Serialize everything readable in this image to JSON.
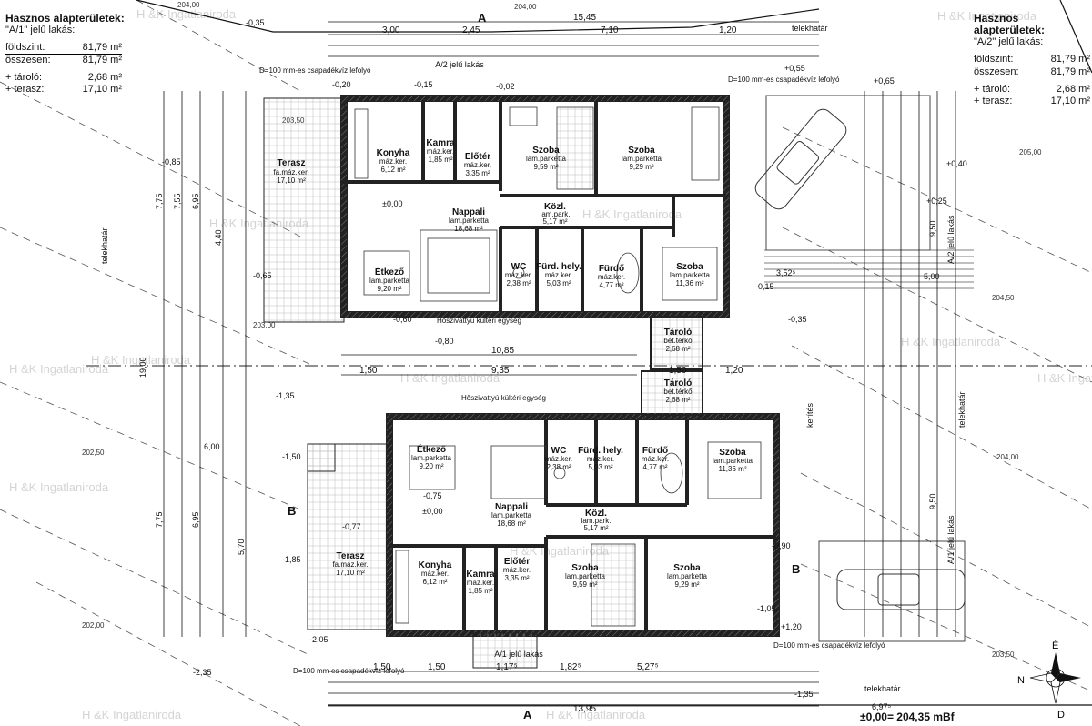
{
  "legend_left": {
    "title": "Hasznos alapterületek:",
    "subtitle": "\"A/1\" jelű lakás:",
    "rows": [
      {
        "label": "földszint:",
        "value": "81,79 m²"
      },
      {
        "label": "összesen:",
        "value": "81,79 m²"
      },
      {
        "label": "+ tároló:",
        "value": "2,68 m²"
      },
      {
        "label": "+ terasz:",
        "value": "17,10 m²"
      }
    ]
  },
  "legend_right": {
    "title": "Hasznos alapterületek:",
    "subtitle": "\"A/2\" jelű lakás:",
    "rows": [
      {
        "label": "földszint:",
        "value": "81,79 m²"
      },
      {
        "label": "összesen:",
        "value": "81,79 m²"
      },
      {
        "label": "+ tároló:",
        "value": "2,68 m²"
      },
      {
        "label": "+ terasz:",
        "value": "17,10 m²"
      }
    ]
  },
  "rooms_upper": [
    {
      "name": "Terasz",
      "finish": "fa.máz.ker.",
      "area": "17,10 m²"
    },
    {
      "name": "Konyha",
      "finish": "máz.ker.",
      "area": "6,12 m²"
    },
    {
      "name": "Kamra",
      "finish": "máz.ker.",
      "area": "1,85 m²"
    },
    {
      "name": "Előtér",
      "finish": "máz.ker.",
      "area": "3,35 m²"
    },
    {
      "name": "Szoba",
      "finish": "lam.parketta",
      "area": "9,59 m²"
    },
    {
      "name": "Szoba",
      "finish": "lam.parketta",
      "area": "9,29 m²"
    },
    {
      "name": "Nappali",
      "finish": "lam.parketta",
      "area": "18,68 m²"
    },
    {
      "name": "Közl.",
      "finish": "lam.park.",
      "area": "5,17 m²"
    },
    {
      "name": "Étkező",
      "finish": "lam.parketta",
      "area": "9,20 m²"
    },
    {
      "name": "WC",
      "finish": "máz.ker.",
      "area": "2,38 m²"
    },
    {
      "name": "Fürd. hely.",
      "finish": "máz.ker.",
      "area": "5,03 m²"
    },
    {
      "name": "Fürdő",
      "finish": "máz.ker.",
      "area": "4,77 m²"
    },
    {
      "name": "Szoba",
      "finish": "lam.parketta",
      "area": "11,36 m²"
    },
    {
      "name": "Tároló",
      "finish": "bet.térkő",
      "area": "2,68 m²"
    }
  ],
  "rooms_lower": [
    {
      "name": "Tároló",
      "finish": "bet.térkő",
      "area": "2,68 m²"
    },
    {
      "name": "Étkező",
      "finish": "lam.parketta",
      "area": "9,20 m²"
    },
    {
      "name": "WC",
      "finish": "máz.ker.",
      "area": "2,38 m²"
    },
    {
      "name": "Fürd. hely.",
      "finish": "máz.ker.",
      "area": "5,03 m²"
    },
    {
      "name": "Fürdő",
      "finish": "máz.ker.",
      "area": "4,77 m²"
    },
    {
      "name": "Szoba",
      "finish": "lam.parketta",
      "area": "11,36 m²"
    },
    {
      "name": "Nappali",
      "finish": "lam.parketta",
      "area": "18,68 m²"
    },
    {
      "name": "Közl.",
      "finish": "lam.park.",
      "area": "5,17 m²"
    },
    {
      "name": "Terasz",
      "finish": "fa.máz.ker.",
      "area": "17,10 m²"
    },
    {
      "name": "Konyha",
      "finish": "máz.ker.",
      "area": "6,12 m²"
    },
    {
      "name": "Kamra",
      "finish": "máz.ker.",
      "area": "1,85 m²"
    },
    {
      "name": "Előtér",
      "finish": "máz.ker.",
      "area": "3,35 m²"
    },
    {
      "name": "Szoba",
      "finish": "lam.parketta",
      "area": "9,59 m²"
    },
    {
      "name": "Szoba",
      "finish": "lam.parketta",
      "area": "9,29 m²"
    }
  ],
  "labels": {
    "entrance_top": "A/2 jelű lakás",
    "entrance_bottom": "A/1 jelű lakás",
    "telekhatar": "telekhatár",
    "downpipe": "D=100 mm-es csapadékvíz lefolyó",
    "heatpump": "Hőszivattyú kültéri egység",
    "section_a": "A",
    "section_b": "B",
    "elevation": "±0,00= 204,35 mBf",
    "watermark": "H &K Ingatlaniroda",
    "level": "±0,00",
    "neighbor_a1": "A/1 jelű lakás",
    "neighbor_a2": "A/2 jelű lakás",
    "keritesnote": "kerítés",
    "compass": [
      "É",
      "N",
      "D"
    ]
  },
  "dims_top_total": "15,45",
  "dims_top_row": [
    "3,00",
    "2,45",
    "7,10",
    "1,20"
  ],
  "dims_bottom_total": "13,95",
  "dims_bottom_row": [
    "1,50",
    "1,50",
    "1,17⁵",
    "1,82⁵",
    "5,27⁵"
  ],
  "dims_middle": [
    "10,85",
    "9,35",
    "1,50",
    "1,20",
    "1,50"
  ],
  "dims_left_vertical": [
    "7,75",
    "7,55",
    "6,95",
    "4,40",
    "19,00",
    "7,75",
    "6,95",
    "5,70"
  ],
  "dims_right_vertical": [
    "9,50",
    "5,00",
    "3,52⁵",
    "9,50",
    "6,00",
    "6,97⁵"
  ],
  "levels": [
    "-0,35",
    "-0,20",
    "-0,15",
    "-0,02",
    "+0,55",
    "+0,65",
    "+0,40",
    "+0,25",
    "-0,85",
    "-0,65",
    "-0,60",
    "-0,80",
    "-0,35",
    "-1,35",
    "-1,50",
    "-0,75",
    "-0,77",
    "-1,85",
    "-2,05",
    "-2,35",
    "-1,35",
    "-0,90",
    "-1,05",
    "-0,15",
    "+1,20"
  ],
  "colors": {
    "line": "#111111",
    "wall": "#2a2a2a",
    "hatch": "#9a9a9a",
    "watermark": "#cfcfcf",
    "dash": "#6a6a6a"
  }
}
